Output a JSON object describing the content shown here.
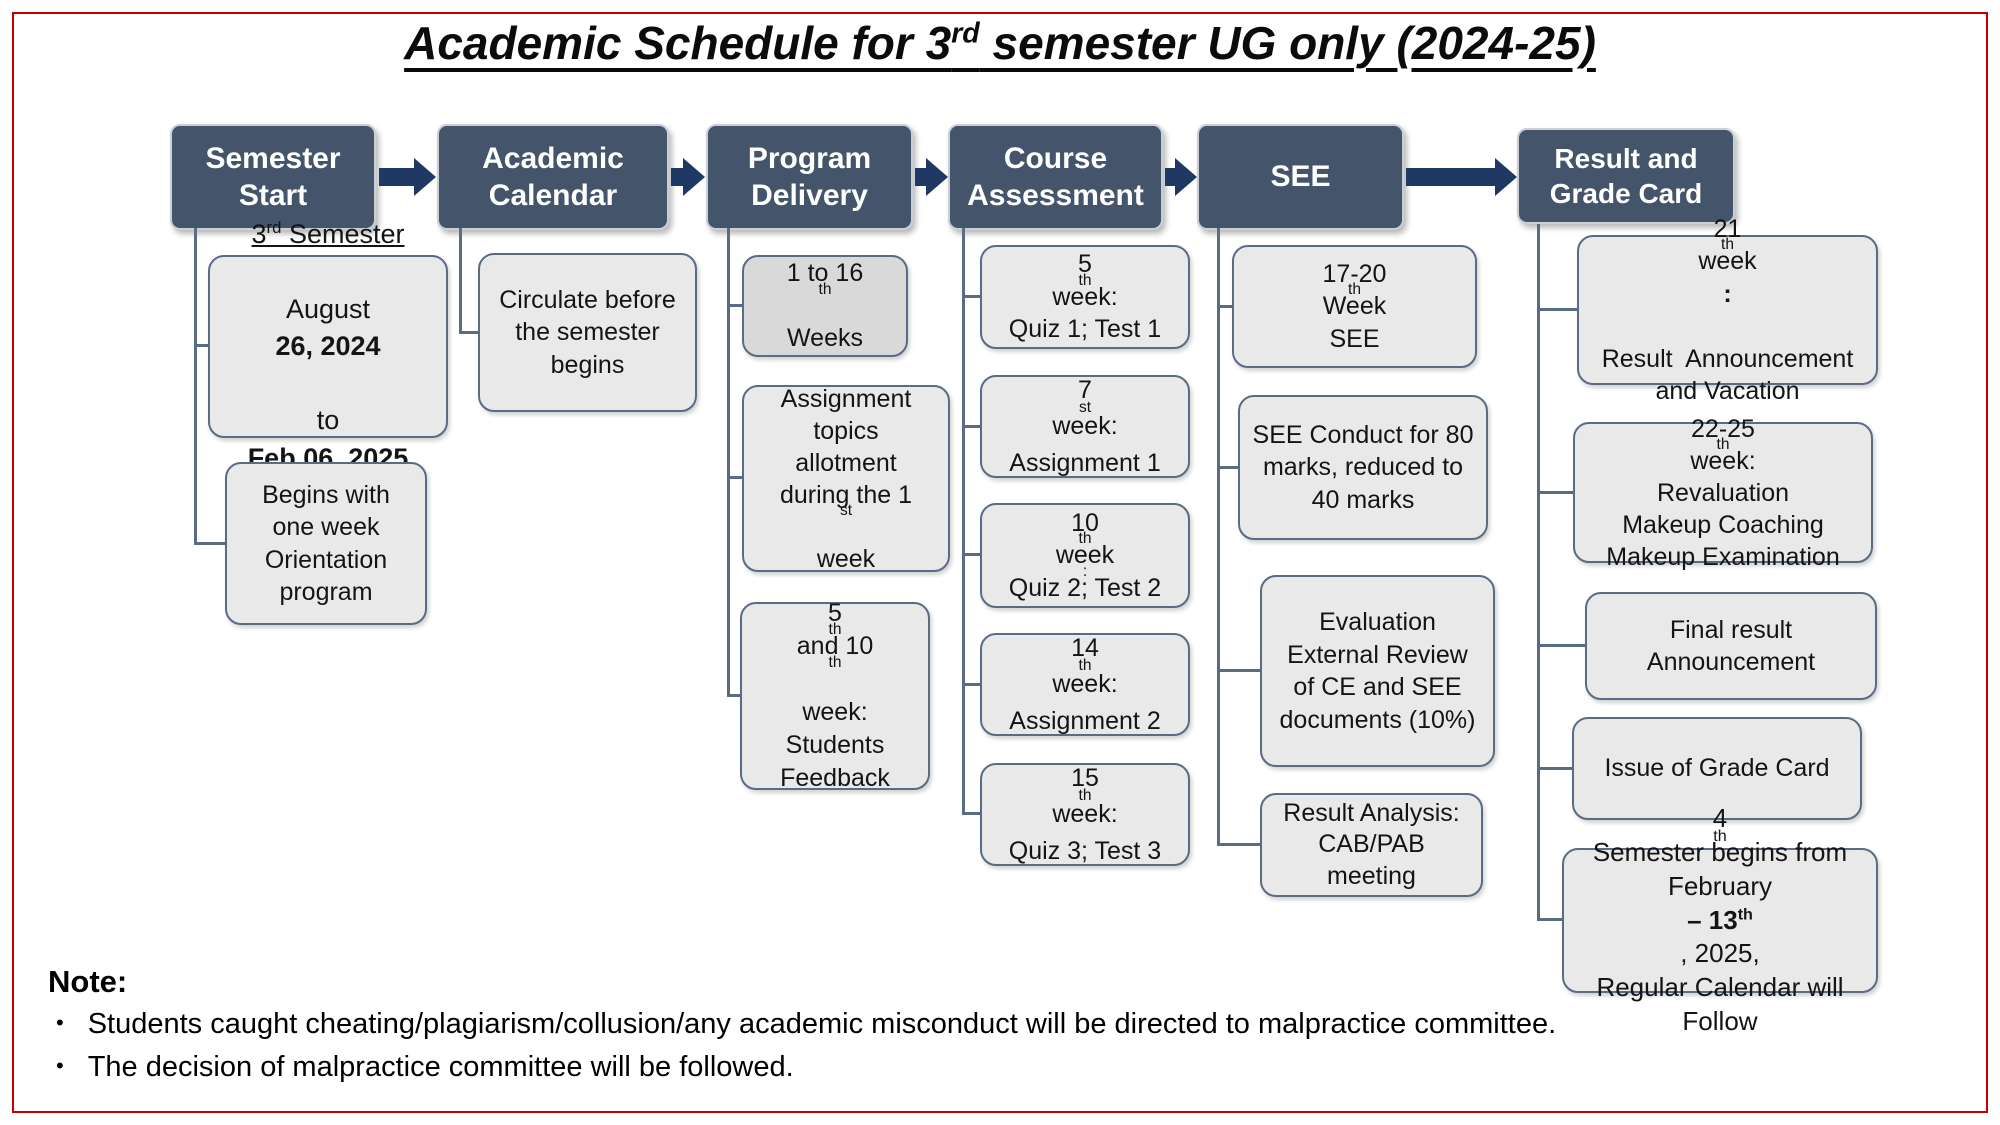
{
  "title_html": "Academic Schedule for 3<sup>rd</sup> semester UG only (2024-25)",
  "columns": [
    {
      "header": "Semester Start",
      "children_html": [
        "<u>3<sup>rd</sup> Semester</u><br>August <b>26, 2024</b><br>to<br><b>Feb 06, 2025</b>",
        "Begins with<br>one week<br>Orientation<br>program"
      ]
    },
    {
      "header": "Academic Calendar",
      "children_html": [
        "Circulate before<br>the semester<br>begins"
      ]
    },
    {
      "header": "Program Delivery",
      "children_html": [
        "1 to 16<sup>th</sup><br>Weeks",
        "Assignment<br>topics<br>allotment<br>during the 1<sup>st</sup><br>week",
        "5<sup>th</sup> and 10<sup>th</sup><br>week:<span class='g'></span>Students<br>Feedback"
      ]
    },
    {
      "header": "Course Assessment",
      "children_html": [
        "5<sup>th</sup> week:<span class='g'></span>Quiz 1; Test 1",
        "7<sup>st</sup> week:<br>Assignment 1",
        "10<sup>th</sup> week<sup>:</sup><span class='g'></span>Quiz 2; Test 2",
        "14<sup>th</sup> week:<br>Assignment 2",
        "15<sup>th</sup> week:<br>Quiz 3; Test 3"
      ]
    },
    {
      "header": "SEE",
      "children_html": [
        "17-20<sup>th</sup> Week<br>SEE",
        "SEE Conduct for 80<br>marks, reduced to<br>40 marks",
        "Evaluation<br>External Review<br>of CE and SEE<br>documents (10%)",
        "Result Analysis:<br>CAB/PAB<br>meeting"
      ]
    },
    {
      "header": "Result and Grade Card",
      "children_html": [
        "21<sup>th</sup> week<b>:</b><br>Result&nbsp; Announcement<br>and Vacation",
        "22-25<sup>th</sup> week:<br>Revaluation<br>Makeup Coaching<br>Makeup Examination",
        "Final result<br>Announcement",
        "Issue of Grade Card",
        "4<sup>th</sup> Semester begins from<br>February <b>– 13<sup>th</sup></b>, 2025,<br>Regular Calendar will<br>Follow"
      ]
    }
  ],
  "note": {
    "label": "Note:",
    "bullets": [
      "Students caught cheating/plagiarism/collusion/any academic misconduct will be directed to malpractice committee.",
      "The decision of malpractice committee will be followed."
    ]
  },
  "colors": {
    "header_fill": "#44546a",
    "arrow": "#1f3864",
    "child_fill": "#e9e9e9",
    "child_fill_alt": "#d9d9d9",
    "connector": "#5a6b84",
    "frame": "#c00000"
  }
}
